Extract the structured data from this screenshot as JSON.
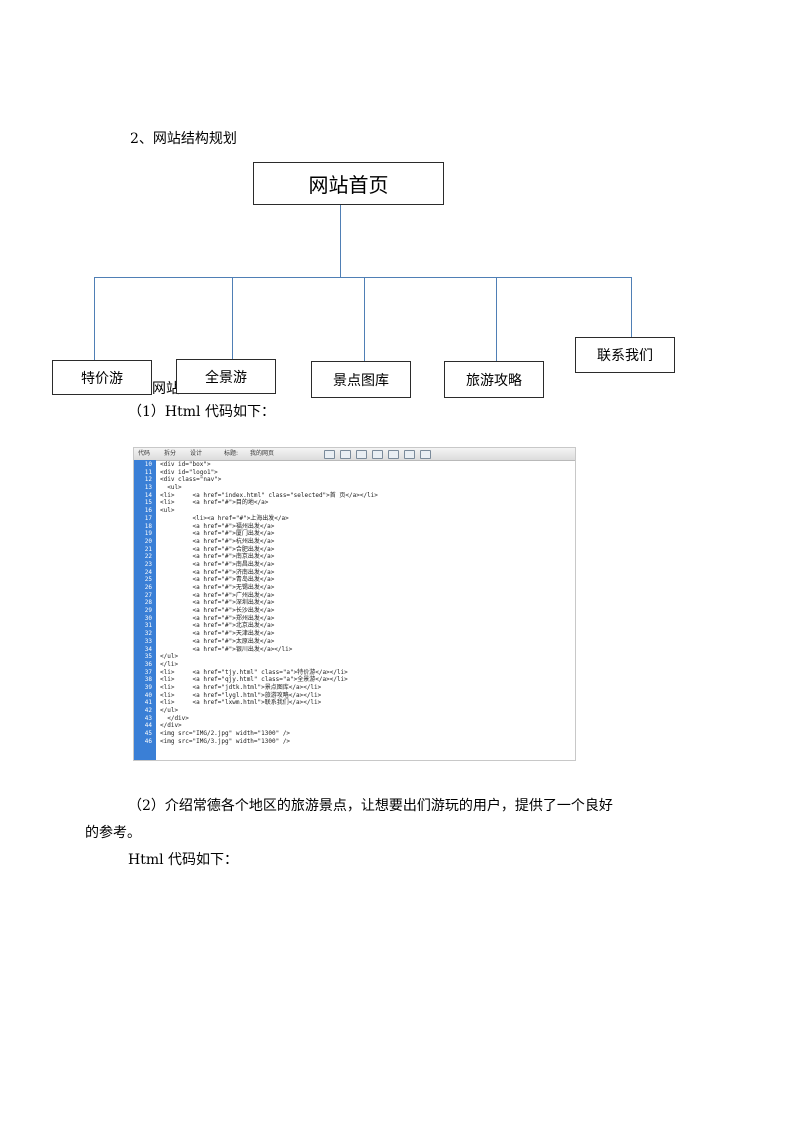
{
  "section_heading": "2、网站结构规划",
  "org_chart": {
    "root": "网站首页",
    "children": [
      "特价游",
      "全景游",
      "景点图库",
      "旅游攻略",
      "联系我们"
    ]
  },
  "occluded_heading_fragment": "网站",
  "paragraph_1": "（1）Html 代码如下：",
  "code_screenshot": {
    "toolbar": [
      "代码",
      "拆分",
      "设计",
      "标题:",
      "我的网页"
    ],
    "lines": [
      {
        "n": "10",
        "t": "<div id=\"box\">"
      },
      {
        "n": "11",
        "t": "<div id=\"logo1\">"
      },
      {
        "n": "12",
        "t": "<div class=\"nav\">"
      },
      {
        "n": "13",
        "t": "  <ul>"
      },
      {
        "n": "14",
        "t": "<li>     <a href=\"index.html\" class=\"selected\">首 页</a></li>"
      },
      {
        "n": "15",
        "t": "<li>     <a href=\"#\">目的地</a>"
      },
      {
        "n": "16",
        "t": "<ul>"
      },
      {
        "n": "17",
        "t": "         <li><a href=\"#\">上海出发</a>"
      },
      {
        "n": "18",
        "t": "         <a href=\"#\">福州出发</a>"
      },
      {
        "n": "19",
        "t": "         <a href=\"#\">厦门出发</a>"
      },
      {
        "n": "20",
        "t": "         <a href=\"#\">杭州出发</a>"
      },
      {
        "n": "21",
        "t": "         <a href=\"#\">合肥出发</a>"
      },
      {
        "n": "22",
        "t": "         <a href=\"#\">南京出发</a>"
      },
      {
        "n": "23",
        "t": "         <a href=\"#\">南昌出发</a>"
      },
      {
        "n": "24",
        "t": "         <a href=\"#\">济南出发</a>"
      },
      {
        "n": "25",
        "t": "         <a href=\"#\">青岛出发</a>"
      },
      {
        "n": "26",
        "t": "         <a href=\"#\">无锡出发</a>"
      },
      {
        "n": "27",
        "t": "         <a href=\"#\">广州出发</a>"
      },
      {
        "n": "28",
        "t": "         <a href=\"#\">深圳出发</a>"
      },
      {
        "n": "29",
        "t": "         <a href=\"#\">长沙出发</a>"
      },
      {
        "n": "30",
        "t": "         <a href=\"#\">郑州出发</a>"
      },
      {
        "n": "31",
        "t": "         <a href=\"#\">北京出发</a>"
      },
      {
        "n": "32",
        "t": "         <a href=\"#\">天津出发</a>"
      },
      {
        "n": "33",
        "t": "         <a href=\"#\">太原出发</a>"
      },
      {
        "n": "34",
        "t": "         <a href=\"#\">银川出发</a></li>"
      },
      {
        "n": "35",
        "t": "</ul>"
      },
      {
        "n": "36",
        "t": "</li>"
      },
      {
        "n": "37",
        "t": "<li>     <a href=\"tjy.html\" class=\"a\">特价游</a></li>"
      },
      {
        "n": "38",
        "t": "<li>     <a href=\"qjy.html\" class=\"a\">全景游</a></li>"
      },
      {
        "n": "39",
        "t": "<li>     <a href=\"jdtk.html\">景点图库</a></li>"
      },
      {
        "n": "40",
        "t": "<li>     <a href=\"lygl.html\">旅游攻略</a></li>"
      },
      {
        "n": "41",
        "t": "<li>     <a href=\"lxwm.html\">联系我们</a></li>"
      },
      {
        "n": "42",
        "t": "</ul>"
      },
      {
        "n": "43",
        "t": "  </div>"
      },
      {
        "n": "44",
        "t": "</div>"
      },
      {
        "n": "45",
        "t": "<img src=\"IMG/2.jpg\" width=\"1300\" />"
      },
      {
        "n": "46",
        "t": "<img src=\"IMG/3.jpg\" width=\"1300\" />"
      }
    ]
  },
  "paragraph_2_line1": "（2）介绍常德各个地区的旅游景点，让想要出们游玩的用户，提供了一个良好",
  "paragraph_2_line2": "的参考。",
  "paragraph_3": "Html 代码如下："
}
